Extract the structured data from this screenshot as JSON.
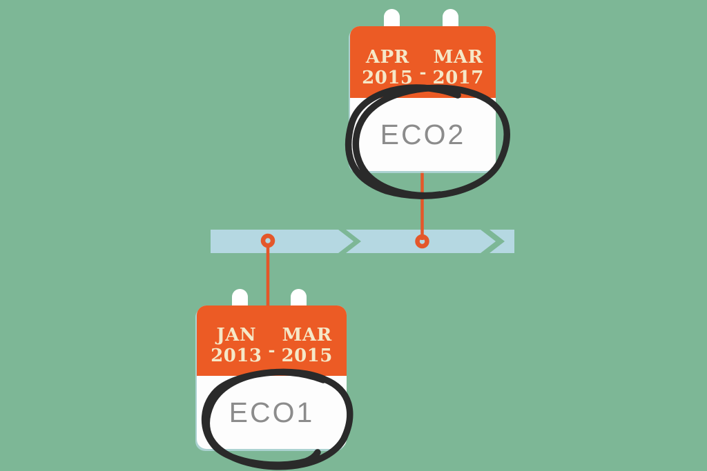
{
  "colors": {
    "background": "#7db796",
    "timeline_band": "#b5d8e2",
    "calendar_orange": "#ec5b25",
    "connector_orange": "#e4572a",
    "date_text_cream": "#f5e8c8",
    "label_gray": "#8c8c8c",
    "annotation_ink": "#2a2a2a"
  },
  "timeline": {
    "direction": "left-to-right",
    "segment_count": 3,
    "marker_count": 2
  },
  "events": [
    {
      "label": "ECO1",
      "start_month": "JAN",
      "start_year": "2013",
      "range_separator": "-",
      "end_month": "MAR",
      "end_year": "2015",
      "card_position": "below-timeline",
      "annotation": "hand-drawn-circle"
    },
    {
      "label": "ECO2",
      "start_month": "APR",
      "start_year": "2015",
      "range_separator": "-",
      "end_month": "MAR",
      "end_year": "2017",
      "card_position": "above-timeline",
      "annotation": "hand-drawn-circle"
    }
  ]
}
